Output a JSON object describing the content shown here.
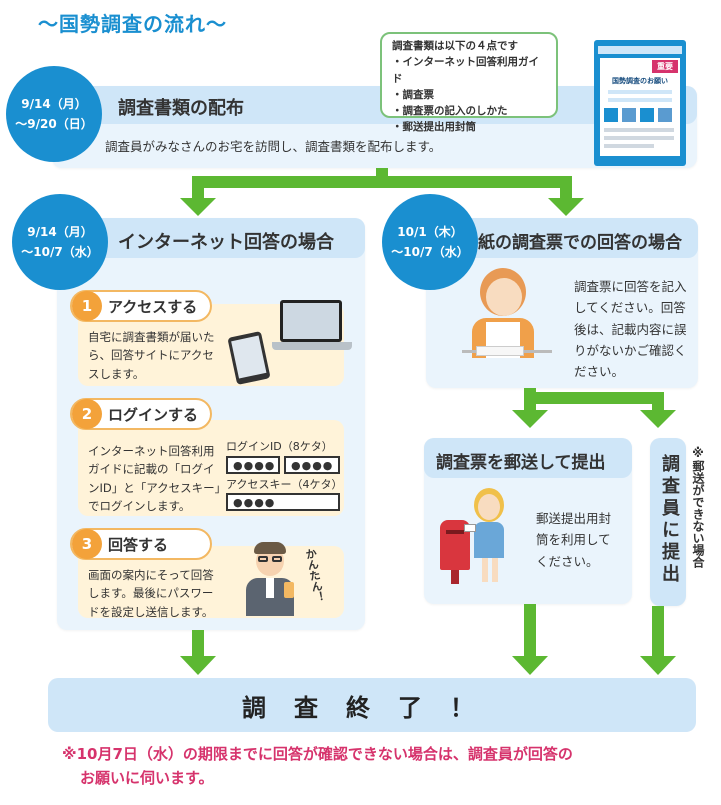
{
  "page_title": "〜国勢調査の流れ〜",
  "callout": {
    "heading": "調査書類は以下の４点です",
    "items": [
      "・インターネット回答利用ガイド",
      "・調査票",
      "・調査票の記入のしかた",
      "・郵送提出用封筒"
    ]
  },
  "booklet": {
    "top_label": "重要",
    "title": "国勢調査のお願い"
  },
  "distribution": {
    "date_start": "9/14（月）",
    "date_end": "〜9/20（日）",
    "heading": "調査書類の配布",
    "text": "調査員がみなさんのお宅を訪問し、調査書類を配布します。"
  },
  "internet": {
    "date_start": "9/14（月）",
    "date_end": "〜10/7（水）",
    "heading": "インターネット回答の場合",
    "steps": [
      {
        "num": "1",
        "label": "アクセスする",
        "text": [
          "自宅に調査書類が届いた",
          "ら、回答サイトにアクセ",
          "スします。"
        ]
      },
      {
        "num": "2",
        "label": "ログインする",
        "text": [
          "インターネット回答利用",
          "ガイドに記載の「ログイ",
          "ンID」と「アクセスキー」",
          "でログインします。"
        ]
      },
      {
        "num": "3",
        "label": "回答する",
        "text": [
          "画面の案内にそって回答",
          "します。最後にパスワー",
          "ドを設定し送信します。"
        ]
      }
    ],
    "login_id_label": "ログインID（8ケタ）",
    "login_id_boxes": [
      "●●●●",
      "●●●●"
    ],
    "access_key_label": "アクセスキー（4ケタ）",
    "access_key_box": "●●●●",
    "easy_label": "かんたん！"
  },
  "paper": {
    "date_start": "10/1（木）",
    "date_end": "〜10/7（水）",
    "heading": "紙の調査票での回答の場合",
    "text": [
      "調査票に回答を記入",
      "してください。回答",
      "後は、記載内容に誤",
      "りがないかご確認く",
      "ださい。"
    ]
  },
  "mail": {
    "heading": "調査票を郵送して提出",
    "text": [
      "郵送提出用封",
      "筒を利用して",
      "ください。"
    ]
  },
  "surveyor": {
    "label": "調査員に提出",
    "side_note": "※郵送ができない場合"
  },
  "end_label": "調査終了！",
  "footnote": [
    "※10月7日（水）の期限までに回答が確認できない場合は、調査員が回答の",
    "お願いに伺います。"
  ],
  "colors": {
    "accent_blue": "#1a8fd0",
    "arrow_green": "#5cb832",
    "step_orange": "#f3a23a",
    "note_pink": "#d6336c"
  }
}
